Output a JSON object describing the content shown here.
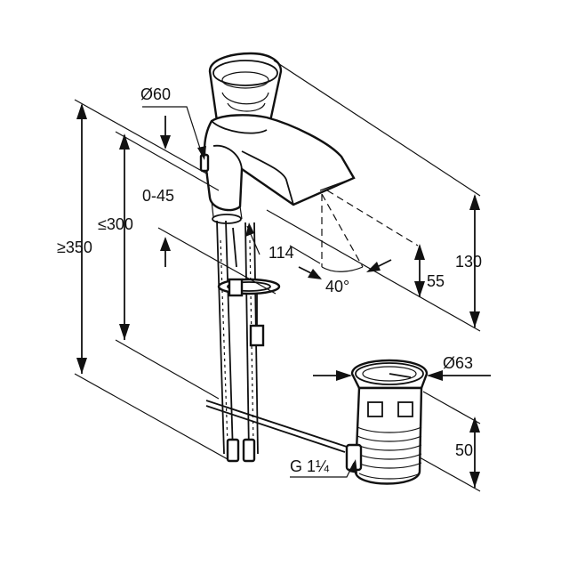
{
  "labels": {
    "dia60": "Ø60",
    "range045": "0-45",
    "le300": "≤300",
    "ge350": "≥350",
    "d114": "114",
    "a40": "40°",
    "d55": "55",
    "d130": "130",
    "dia63": "Ø63",
    "d50": "50",
    "g114": "G 1¼"
  }
}
